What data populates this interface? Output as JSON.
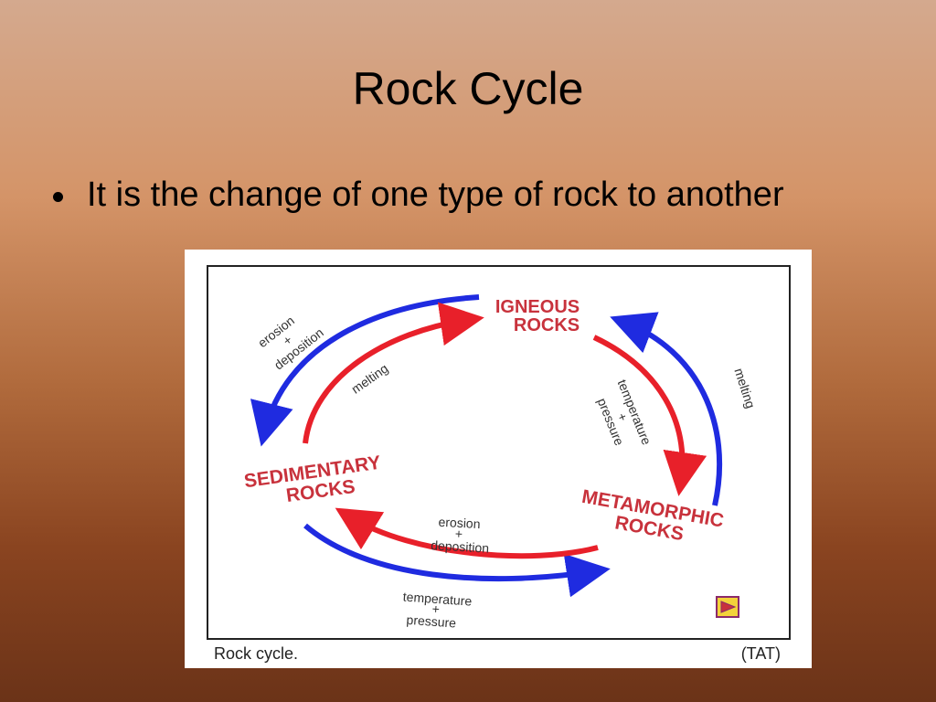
{
  "slide": {
    "title": "Rock Cycle",
    "bullet": "It is the change of one type of rock to another"
  },
  "diagram": {
    "nodes": {
      "igneous": [
        "IGNEOUS",
        "ROCKS"
      ],
      "sedimentary": [
        "SEDIMENTARY",
        "ROCKS"
      ],
      "metamorphic": [
        "METAMORPHIC",
        "ROCKS"
      ]
    },
    "process_labels": {
      "erosion": "erosion",
      "plus": "+",
      "deposition": "deposition",
      "melting": "melting",
      "temperature": "temperature",
      "pressure": "pressure"
    },
    "caption": "Rock cycle.",
    "credit": "(TAT)",
    "colors": {
      "red": "#e8202a",
      "blue": "#1f2be0",
      "label_red": "#c8323c",
      "frame": "#222222"
    },
    "logo_icon": "arrow-logo-icon"
  }
}
